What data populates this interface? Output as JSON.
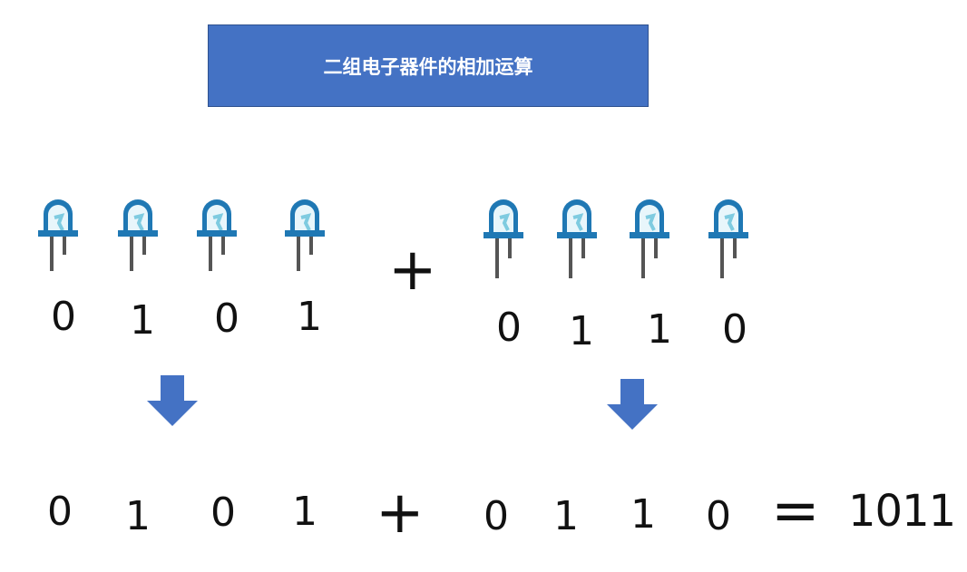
{
  "title": "二组电子器件的相加运算",
  "group1": {
    "leds": [
      "led",
      "led",
      "led",
      "led"
    ],
    "bits": [
      "0",
      "1",
      "0",
      "1"
    ]
  },
  "group2": {
    "leds": [
      "led",
      "led",
      "led",
      "led"
    ],
    "bits": [
      "0",
      "1",
      "1",
      "0"
    ]
  },
  "plus_symbol": "+",
  "equation": {
    "left_bits": [
      "0",
      "1",
      "0",
      "1"
    ],
    "operator": "+",
    "right_bits": [
      "0",
      "1",
      "1",
      "0"
    ],
    "equals": "=",
    "result": "1011"
  },
  "icons": {
    "led": "led-icon",
    "arrow": "down-arrow-icon"
  },
  "colors": {
    "title_bg": "#4472c4",
    "led_body": "#1f78b4",
    "led_light": "#7ecbe0",
    "arrow": "#4472c4",
    "led_pin": "#555555"
  }
}
